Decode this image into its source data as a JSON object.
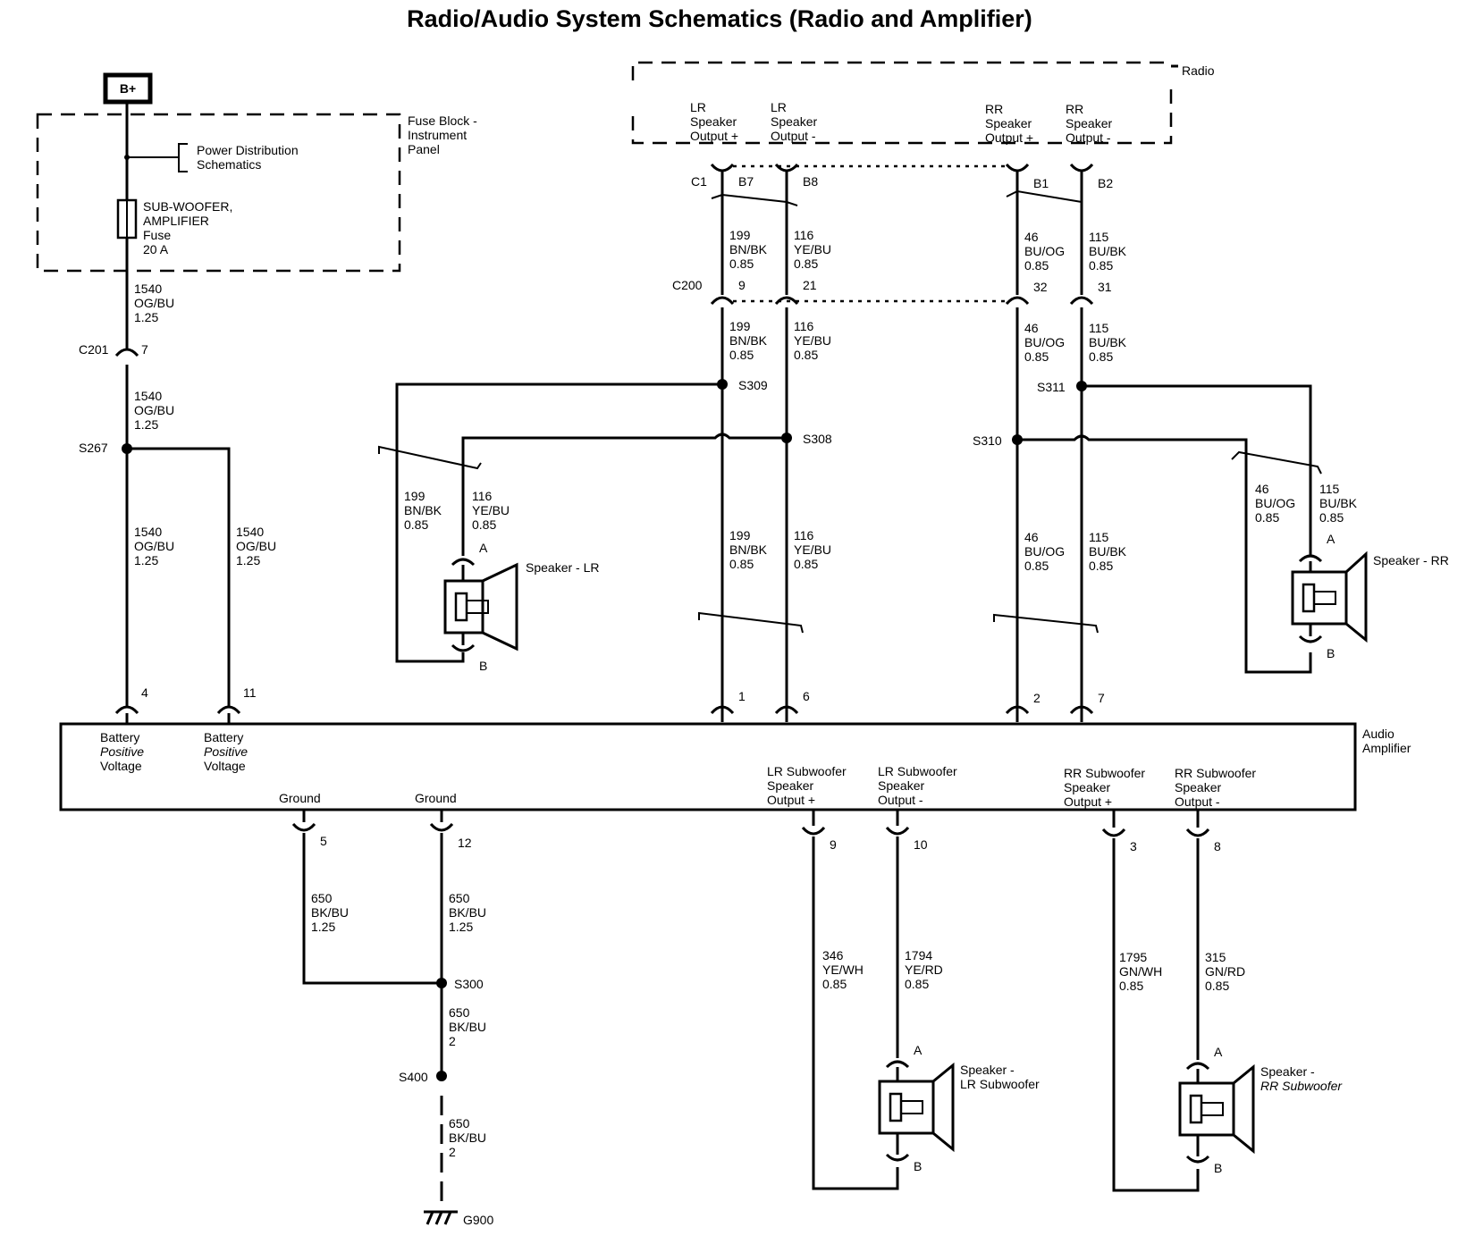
{
  "title": "Radio/Audio System Schematics (Radio and Amplifier)",
  "power": {
    "source": "B+",
    "fuse_block_label": [
      "Fuse Block -",
      "Instrument",
      "Panel"
    ],
    "power_dist_label": [
      "Power Distribution",
      "Schematics"
    ],
    "fuse_label": [
      "SUB-WOOFER,",
      "AMPLIFIER",
      "Fuse",
      "20 A"
    ],
    "wire_a": [
      "1540",
      "OG/BU",
      "1.25"
    ],
    "c201": "C201",
    "c201_pin": "7",
    "wire_b": [
      "1540",
      "OG/BU",
      "1.25"
    ],
    "s267": "S267",
    "wire_c": [
      "1540",
      "OG/BU",
      "1.25"
    ],
    "wire_d": [
      "1540",
      "OG/BU",
      "1.25"
    ],
    "amp_pin_4": "4",
    "amp_pin_11": "11"
  },
  "radio": {
    "label": "Radio",
    "out1": [
      "LR",
      "Speaker",
      "Output +"
    ],
    "out2": [
      "LR",
      "Speaker",
      "Output -"
    ],
    "out3": [
      "RR",
      "Speaker",
      "Output +"
    ],
    "out4": [
      "RR",
      "Speaker",
      "Output -"
    ],
    "c1": "C1",
    "pins": [
      "B7",
      "B8",
      "B1",
      "B2"
    ],
    "c200": "C200",
    "c200_pins": [
      "9",
      "21",
      "32",
      "31"
    ]
  },
  "wires": {
    "w199": [
      "199",
      "BN/BK",
      "0.85"
    ],
    "w116": [
      "116",
      "YE/BU",
      "0.85"
    ],
    "w46": [
      "46",
      "BU/OG",
      "0.85"
    ],
    "w115": [
      "115",
      "BU/BK",
      "0.85"
    ]
  },
  "splices": {
    "s309": "S309",
    "s308": "S308",
    "s310": "S310",
    "s311": "S311",
    "s300": "S300",
    "s400": "S400"
  },
  "speakers": {
    "lr": "Speaker - LR",
    "rr": "Speaker - RR",
    "lr_sub": [
      "Speaker -",
      "LR Subwoofer"
    ],
    "rr_sub": [
      "Speaker -",
      "RR Subwoofer"
    ],
    "pin_a": "A",
    "pin_b": "B"
  },
  "amplifier": {
    "label": [
      "Audio",
      "Amplifier"
    ],
    "batt1": [
      "Battery",
      "Positive",
      "Voltage"
    ],
    "batt2": [
      "Battery",
      "Positive",
      "Voltage"
    ],
    "ground1": "Ground",
    "ground2": "Ground",
    "in_pins": [
      "1",
      "6",
      "2",
      "7"
    ],
    "sub1": [
      "LR Subwoofer",
      "Speaker",
      "Output +"
    ],
    "sub2": [
      "LR Subwoofer",
      "Speaker",
      "Output -"
    ],
    "sub3": [
      "RR Subwoofer",
      "Speaker",
      "Output +"
    ],
    "sub4": [
      "RR Subwoofer",
      "Speaker",
      "Output -"
    ],
    "gnd_pins": [
      "5",
      "12"
    ],
    "sub_pins": [
      "9",
      "10",
      "3",
      "8"
    ]
  },
  "ground_wires": {
    "g1": [
      "650",
      "BK/BU",
      "1.25"
    ],
    "g2": [
      "650",
      "BK/BU",
      "1.25"
    ],
    "g3": [
      "650",
      "BK/BU",
      "2"
    ],
    "g4": [
      "650",
      "BK/BU",
      "2"
    ],
    "g900": "G900"
  },
  "sub_wires": {
    "w346": [
      "346",
      "YE/WH",
      "0.85"
    ],
    "w1794": [
      "1794",
      "YE/RD",
      "0.85"
    ],
    "w1795": [
      "1795",
      "GN/WH",
      "0.85"
    ],
    "w315": [
      "315",
      "GN/RD",
      "0.85"
    ]
  }
}
